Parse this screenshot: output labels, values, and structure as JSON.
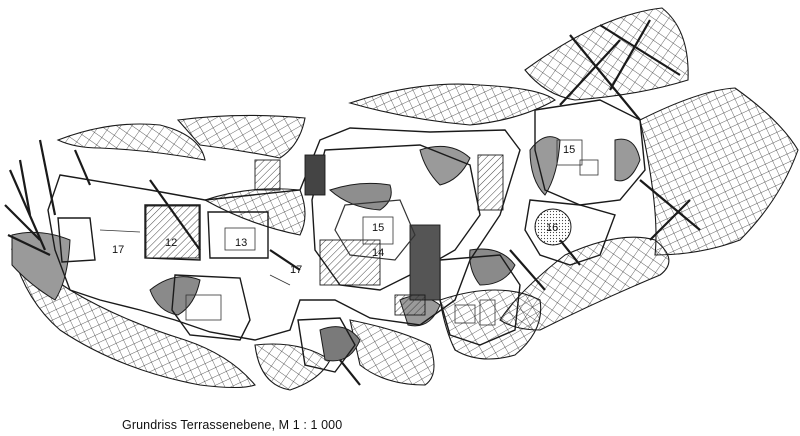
{
  "caption": "Grundriss Terrassenebene, M 1 : 1 000",
  "room_labels": {
    "r17a": "17",
    "r12": "12",
    "r13": "13",
    "r17b": "17",
    "r15a": "15",
    "r14": "14",
    "r16": "16",
    "r15b": "15"
  },
  "colors": {
    "line": "#1a1a1a",
    "fill_gray": "#9a9a9a",
    "fill_dark": "#6e6e6e",
    "background": "#ffffff"
  }
}
